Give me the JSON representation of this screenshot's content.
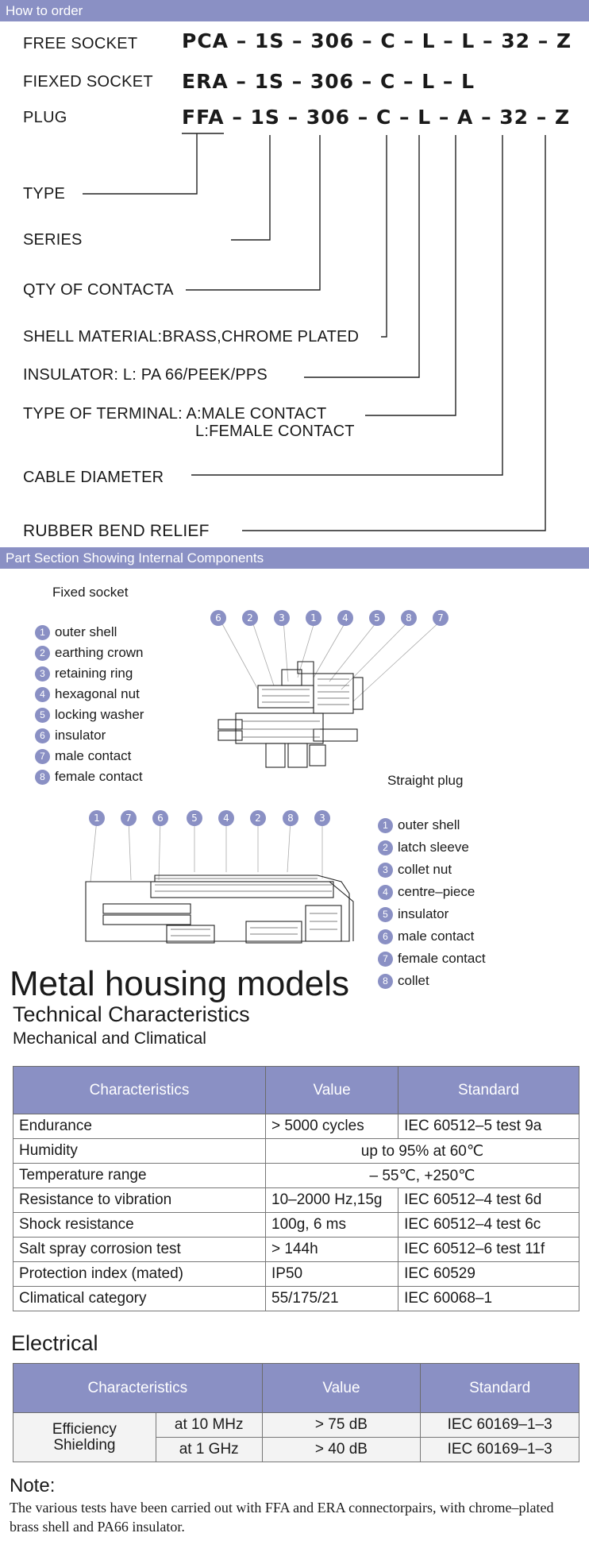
{
  "order": {
    "header": "How to order",
    "rows": [
      {
        "label": "FREE SOCKET",
        "code": "PCA  – 1S  – 306  – C – L – L  – 32 – Z"
      },
      {
        "label": "FIEXED SOCKET",
        "code": "ERA  – 1S  – 306  – C – L – L"
      },
      {
        "label": "PLUG",
        "code": "FFA   – 1S  – 306  – C – L – A – 32 – Z"
      }
    ],
    "callouts": [
      "TYPE",
      "SERIES",
      "QTY OF CONTACTA",
      "SHELL MATERIAL:BRASS,CHROME PLATED",
      "INSULATOR: L:  PA 66/PEEK/PPS",
      "TYPE OF TERMINAL: A:MALE CONTACT",
      "L:FEMALE CONTACT",
      "CABLE DIAMETER",
      "RUBBER BEND RELIEF"
    ]
  },
  "section": {
    "header": "Part Section Showing Internal Components",
    "fixed_title": "Fixed socket",
    "fixed_legend": [
      {
        "n": "1",
        "label": "outer shell"
      },
      {
        "n": "2",
        "label": "earthing crown"
      },
      {
        "n": "3",
        "label": "retaining ring"
      },
      {
        "n": "4",
        "label": "hexagonal nut"
      },
      {
        "n": "5",
        "label": "locking washer"
      },
      {
        "n": "6",
        "label": "insulator"
      },
      {
        "n": "7",
        "label": "male contact"
      },
      {
        "n": "8",
        "label": "female contact"
      }
    ],
    "fixed_markers": [
      "6",
      "2",
      "3",
      "1",
      "4",
      "5",
      "8",
      "7"
    ],
    "plug_title": "Straight plug",
    "plug_legend": [
      {
        "n": "1",
        "label": "outer shell"
      },
      {
        "n": "2",
        "label": "latch sleeve"
      },
      {
        "n": "3",
        "label": "collet nut"
      },
      {
        "n": "4",
        "label": "centre–piece"
      },
      {
        "n": "5",
        "label": "insulator"
      },
      {
        "n": "6",
        "label": "male contact"
      },
      {
        "n": "7",
        "label": "female contact"
      },
      {
        "n": "8",
        "label": "collet"
      }
    ],
    "plug_markers": [
      "1",
      "7",
      "6",
      "5",
      "4",
      "2",
      "8",
      "3"
    ]
  },
  "specs": {
    "title": "Metal housing models",
    "subtitle": "Technical Characteristics",
    "subsubtitle": "Mechanical and Climatical",
    "headers": [
      "Characteristics",
      "Value",
      "Standard"
    ],
    "rows": [
      {
        "c": "Endurance",
        "v": "> 5000 cycles",
        "s": "IEC 60512–5 test 9a"
      },
      {
        "c": "Humidity",
        "merged": "up to 95% at 60℃"
      },
      {
        "c": "Temperature range",
        "merged": "– 55℃, +250℃"
      },
      {
        "c": "Resistance to vibration",
        "v": "10–2000 Hz,15g",
        "s": "IEC 60512–4 test 6d"
      },
      {
        "c": "Shock resistance",
        "v": "100g, 6 ms",
        "s": "IEC 60512–4 test 6c"
      },
      {
        "c": "Salt spray corrosion test",
        "v": "> 144h",
        "s": "IEC 60512–6 test 11f"
      },
      {
        "c": "Protection index (mated)",
        "v": "IP50",
        "s": "IEC 60529"
      },
      {
        "c": "Climatical category",
        "v": "55/175/21",
        "s": "IEC 60068–1"
      }
    ]
  },
  "electrical": {
    "title": "Electrical",
    "headers": [
      "Characteristics",
      "Value",
      "Standard"
    ],
    "group": "Efficiency\nShielding",
    "rows": [
      {
        "cond": "at 10 MHz",
        "v": "> 75 dB",
        "s": "IEC 60169–1–3"
      },
      {
        "cond": "at 1 GHz",
        "v": "> 40 dB",
        "s": "IEC 60169–1–3"
      }
    ]
  },
  "note": {
    "title": "Note:",
    "text": "The various tests have been carried out with FFA and ERA connectorpairs, with chrome–plated brass shell and PA66  insulator."
  }
}
